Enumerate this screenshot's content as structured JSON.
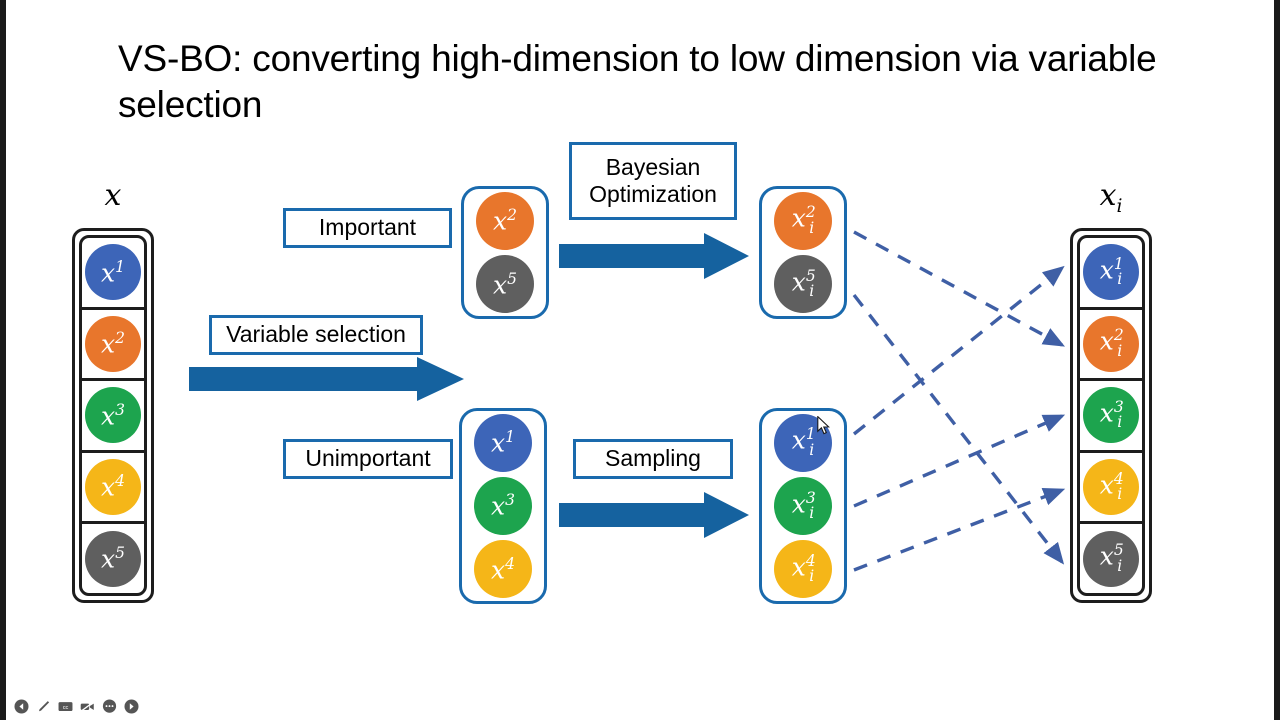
{
  "slide": {
    "title": "VS-BO: converting high-dimension to low dimension via variable selection",
    "background_color": "#ffffff",
    "frame_border_color": "#1a1a1a"
  },
  "colors": {
    "blue_dot": "#3d65b8",
    "orange_dot": "#e8762c",
    "green_dot": "#1da44e",
    "yellow_dot": "#f5b618",
    "gray_dot": "#5f5f5f",
    "arrow_blue": "#15629f",
    "box_border_blue": "#1a6aad",
    "dashed_arrow_blue": "#3f5fa5",
    "stack_border": "#1d1d1d",
    "text_black": "#000000"
  },
  "columns": {
    "input": {
      "header": "x",
      "header_name": "x",
      "items": [
        {
          "label": "x1",
          "base": "x",
          "sup": "1",
          "sub": "",
          "color_key": "blue_dot"
        },
        {
          "label": "x2",
          "base": "x",
          "sup": "2",
          "sub": "",
          "color_key": "orange_dot"
        },
        {
          "label": "x3",
          "base": "x",
          "sup": "3",
          "sub": "",
          "color_key": "green_dot"
        },
        {
          "label": "x4",
          "base": "x",
          "sup": "4",
          "sub": "",
          "color_key": "yellow_dot"
        },
        {
          "label": "x5",
          "base": "x",
          "sup": "5",
          "sub": "",
          "color_key": "gray_dot"
        }
      ]
    },
    "output": {
      "header": "xi",
      "header_name": "x_i",
      "items": [
        {
          "label": "xi1",
          "base": "x",
          "sup": "1",
          "sub": "i",
          "color_key": "blue_dot"
        },
        {
          "label": "xi2",
          "base": "x",
          "sup": "2",
          "sub": "i",
          "color_key": "orange_dot"
        },
        {
          "label": "xi3",
          "base": "x",
          "sup": "3",
          "sub": "i",
          "color_key": "green_dot"
        },
        {
          "label": "xi4",
          "base": "x",
          "sup": "4",
          "sub": "i",
          "color_key": "yellow_dot"
        },
        {
          "label": "xi5",
          "base": "x",
          "sup": "5",
          "sub": "i",
          "color_key": "gray_dot"
        }
      ]
    }
  },
  "groups": {
    "important_in": {
      "items": [
        {
          "base": "x",
          "sup": "2",
          "sub": "",
          "color_key": "orange_dot"
        },
        {
          "base": "x",
          "sup": "5",
          "sub": "",
          "color_key": "gray_dot"
        }
      ]
    },
    "important_out": {
      "items": [
        {
          "base": "x",
          "sup": "2",
          "sub": "i",
          "color_key": "orange_dot"
        },
        {
          "base": "x",
          "sup": "5",
          "sub": "i",
          "color_key": "gray_dot"
        }
      ]
    },
    "unimportant_in": {
      "items": [
        {
          "base": "x",
          "sup": "1",
          "sub": "",
          "color_key": "blue_dot"
        },
        {
          "base": "x",
          "sup": "3",
          "sub": "",
          "color_key": "green_dot"
        },
        {
          "base": "x",
          "sup": "4",
          "sub": "",
          "color_key": "yellow_dot"
        }
      ]
    },
    "unimportant_out": {
      "items": [
        {
          "base": "x",
          "sup": "1",
          "sub": "i",
          "color_key": "blue_dot"
        },
        {
          "base": "x",
          "sup": "3",
          "sub": "i",
          "color_key": "green_dot"
        },
        {
          "base": "x",
          "sup": "4",
          "sub": "i",
          "color_key": "yellow_dot"
        }
      ]
    }
  },
  "labels": {
    "important": "Important",
    "unimportant": "Unimportant",
    "variable_selection": "Variable selection",
    "bayesian_optimization_line1": "Bayesian",
    "bayesian_optimization_line2": "Optimization",
    "sampling": "Sampling"
  },
  "toolbar": {
    "icons": [
      "previous-slide-icon",
      "pen-icon",
      "closed-caption-icon",
      "video-off-icon",
      "chat-icon",
      "next-slide-icon"
    ]
  }
}
